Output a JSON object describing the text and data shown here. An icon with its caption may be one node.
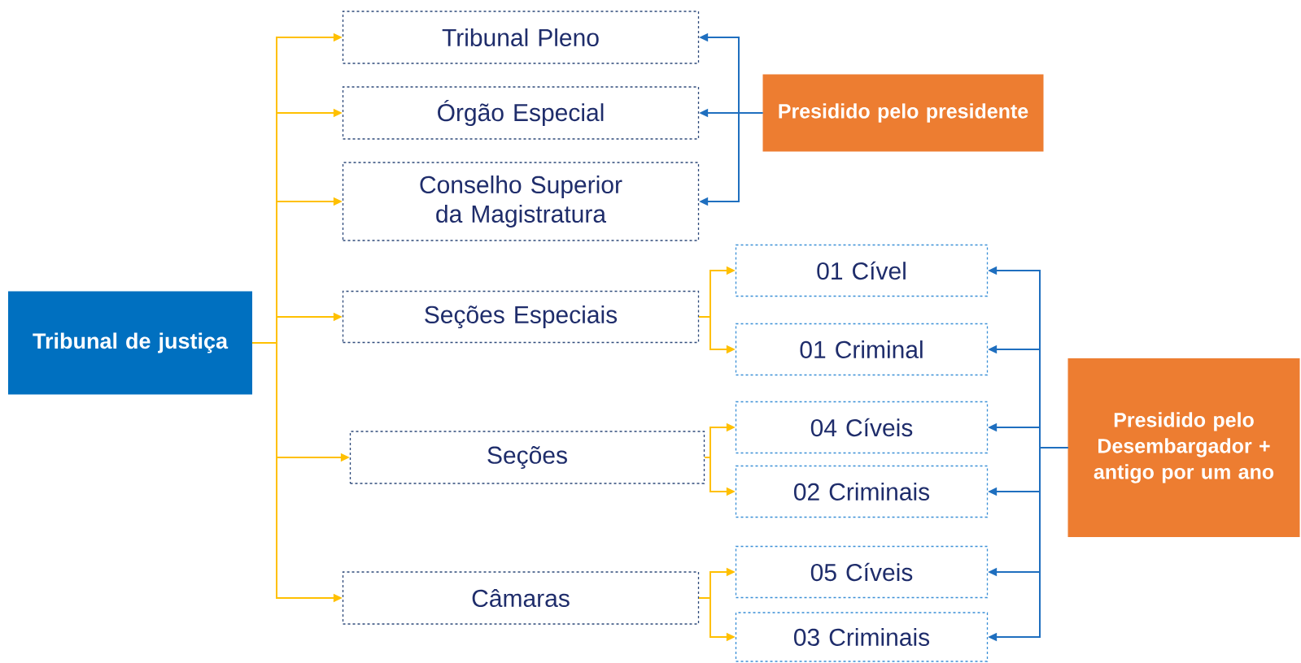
{
  "diagram": {
    "nodes": [
      {
        "text": [
          "Tribunal de justiça"
        ]
      },
      {
        "text": [
          "Tribunal Pleno"
        ]
      },
      {
        "text": [
          "Órgão Especial"
        ]
      },
      {
        "text": [
          "Conselho Superior da Magistratura"
        ]
      },
      {
        "text": [
          "Presidido pelo presidente"
        ]
      },
      {
        "text": [
          "Seções Especiais"
        ]
      },
      {
        "text": [
          "01 Cível"
        ]
      },
      {
        "text": [
          "01 Criminal"
        ]
      },
      {
        "text": [
          "Seções"
        ]
      },
      {
        "text": [
          "04 Cíveis"
        ]
      },
      {
        "text": [
          "02 Criminais"
        ]
      },
      {
        "text": [
          "Câmaras"
        ]
      },
      {
        "text": [
          "05 Cíveis"
        ]
      },
      {
        "text": [
          "03 Criminais"
        ]
      },
      {
        "text": [
          "Presidido pelo Desembargador + antigo por um ano"
        ]
      }
    ],
    "edges": [
      {
        "from": 0,
        "to": 1,
        "arrow": "to"
      },
      {
        "from": 0,
        "to": 2,
        "arrow": "to"
      },
      {
        "from": 0,
        "to": 3,
        "arrow": "to"
      },
      {
        "from": 0,
        "to": 5,
        "arrow": "to"
      },
      {
        "from": 0,
        "to": 8,
        "arrow": "to"
      },
      {
        "from": 0,
        "to": 11,
        "arrow": "to"
      },
      {
        "from": 5,
        "to": 6,
        "arrow": "to"
      },
      {
        "from": 5,
        "to": 7,
        "arrow": "to"
      },
      {
        "from": 8,
        "to": 9,
        "arrow": "to"
      },
      {
        "from": 8,
        "to": 10,
        "arrow": "to"
      },
      {
        "from": 11,
        "to": 12,
        "arrow": "to"
      },
      {
        "from": 11,
        "to": 13,
        "arrow": "to"
      },
      {
        "from": 4,
        "to": 1,
        "arrow": "to",
        "color": "#1f6fbf"
      },
      {
        "from": 4,
        "to": 2,
        "arrow": "to",
        "color": "#1f6fbf"
      },
      {
        "from": 4,
        "to": 3,
        "arrow": "to",
        "color": "#1f6fbf"
      },
      {
        "from": 14,
        "to": 6,
        "arrow": "to",
        "color": "#1f6fbf"
      },
      {
        "from": 14,
        "to": 7,
        "arrow": "to",
        "color": "#1f6fbf"
      },
      {
        "from": 14,
        "to": 9,
        "arrow": "to",
        "color": "#1f6fbf"
      },
      {
        "from": 14,
        "to": 10,
        "arrow": "to",
        "color": "#1f6fbf"
      },
      {
        "from": 14,
        "to": 12,
        "arrow": "to",
        "color": "#1f6fbf"
      },
      {
        "from": 14,
        "to": 13,
        "arrow": "to",
        "color": "#1f6fbf"
      }
    ]
  }
}
